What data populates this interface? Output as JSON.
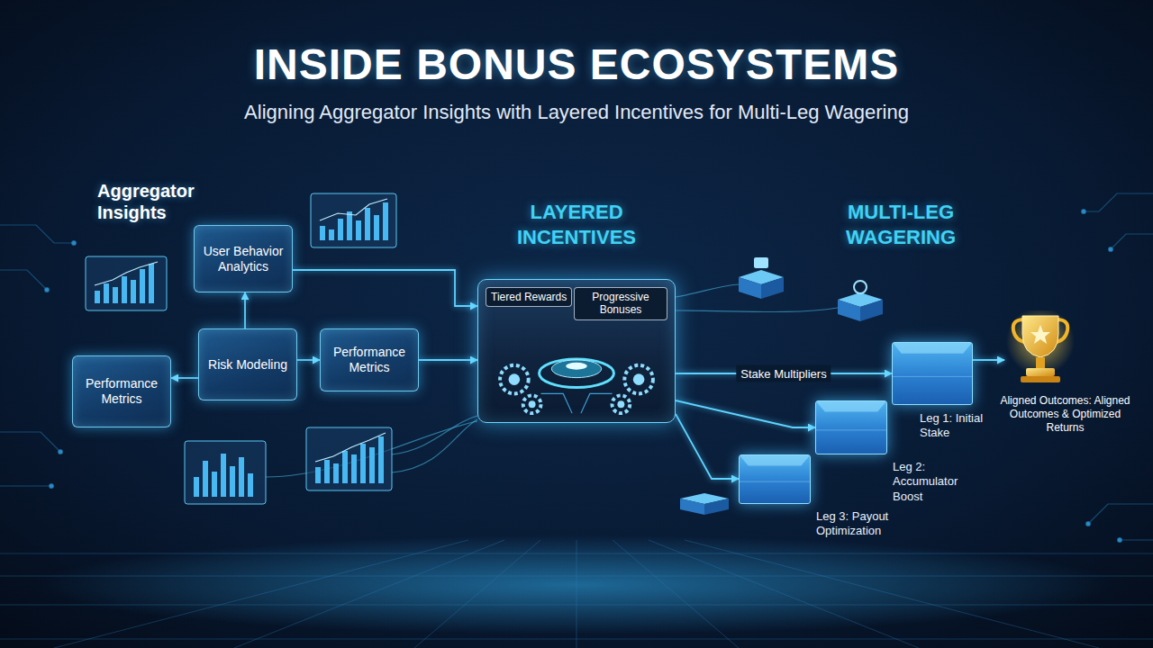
{
  "diagram": {
    "title": "INSIDE BONUS ECOSYSTEMS",
    "nodes": [
      {
        "text": [
          "User Behavior Analytics"
        ]
      },
      {
        "text": [
          "Performance Metrics"
        ]
      },
      {
        "text": [
          "Performance Metrics"
        ]
      },
      {
        "text": [
          "Risk Modeling"
        ]
      },
      {
        "text": [
          "Tiered Rewards",
          "Progressive Bonuses"
        ]
      },
      {
        "text": [
          "Leg 1: Initial Stake"
        ]
      },
      {
        "text": [
          "Leg 2: Accumulator Boost"
        ]
      },
      {
        "text": [
          "Leg 3: Payout Optimization"
        ]
      },
      {
        "text": [
          "Aligned Outcomes: Aligned Outcomes & Optimized Returns"
        ]
      }
    ],
    "edges": [
      {
        "from": 3,
        "to": 0,
        "arrow": "to"
      },
      {
        "from": 3,
        "to": 2,
        "arrow": "to"
      },
      {
        "from": 3,
        "to": 1,
        "arrow": "to"
      },
      {
        "from": 0,
        "to": 4,
        "arrow": "to"
      },
      {
        "from": 1,
        "to": 4,
        "arrow": "to"
      },
      {
        "from": 4,
        "to": 5,
        "arrow": "to",
        "label": "Stake Multipliers"
      },
      {
        "from": 4,
        "to": 6,
        "arrow": "to"
      },
      {
        "from": 4,
        "to": 7,
        "arrow": "to"
      },
      {
        "from": 5,
        "to": 8,
        "arrow": "to"
      }
    ],
    "labels": [
      "Aligning Aggregator Insights with Layered Incentives for Multi-Leg Wagering",
      "Aggregator Insights",
      "LAYERED INCENTIVES",
      "MULTI-LEG WAGERING"
    ]
  }
}
